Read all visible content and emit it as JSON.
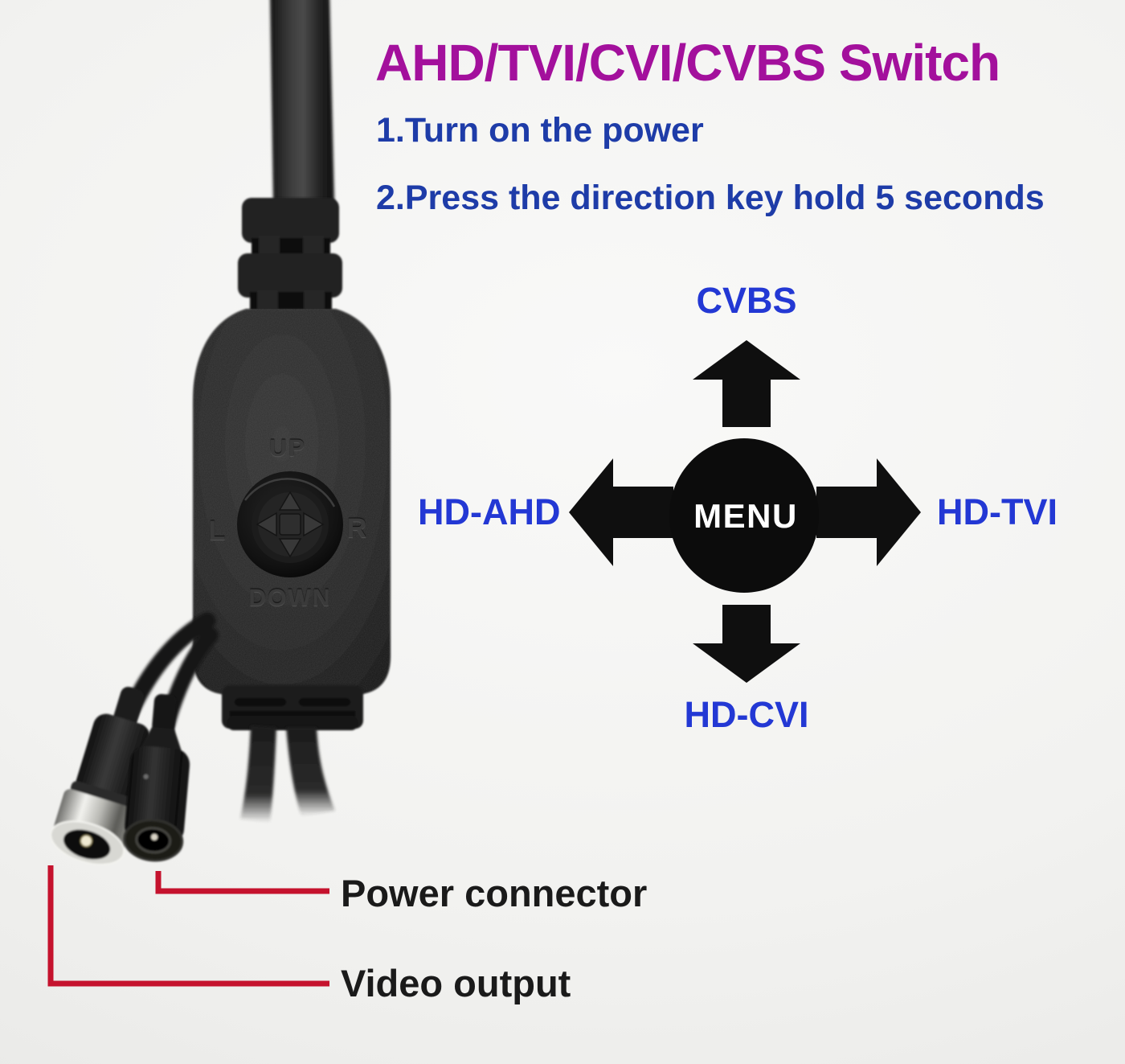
{
  "title": "AHD/TVI/CVI/CVBS Switch",
  "steps": {
    "step1": "1.Turn on the power",
    "step2": "2.Press the direction key hold 5 seconds"
  },
  "dpad": {
    "center_label": "MENU",
    "up_label": "CVBS",
    "left_label": "HD-AHD",
    "right_label": "HD-TVI",
    "down_label": "HD-CVI",
    "icons": [
      "up-arrow-icon",
      "left-arrow-icon",
      "right-arrow-icon",
      "down-arrow-icon",
      "menu-circle"
    ]
  },
  "device_markings": {
    "up": "UP",
    "down": "DOWN",
    "left": "L",
    "right": "R"
  },
  "callouts": {
    "power": "Power connector",
    "video": "Video output"
  },
  "colors": {
    "title_magenta": "#a3109c",
    "instruction_blue": "#1e3ca8",
    "dpad_label_blue": "#2338d4",
    "arrow_black": "#0f0f0f",
    "callout_red": "#c5122d",
    "callout_text_black": "#1a1a1a",
    "background": "#f2f2f0"
  }
}
